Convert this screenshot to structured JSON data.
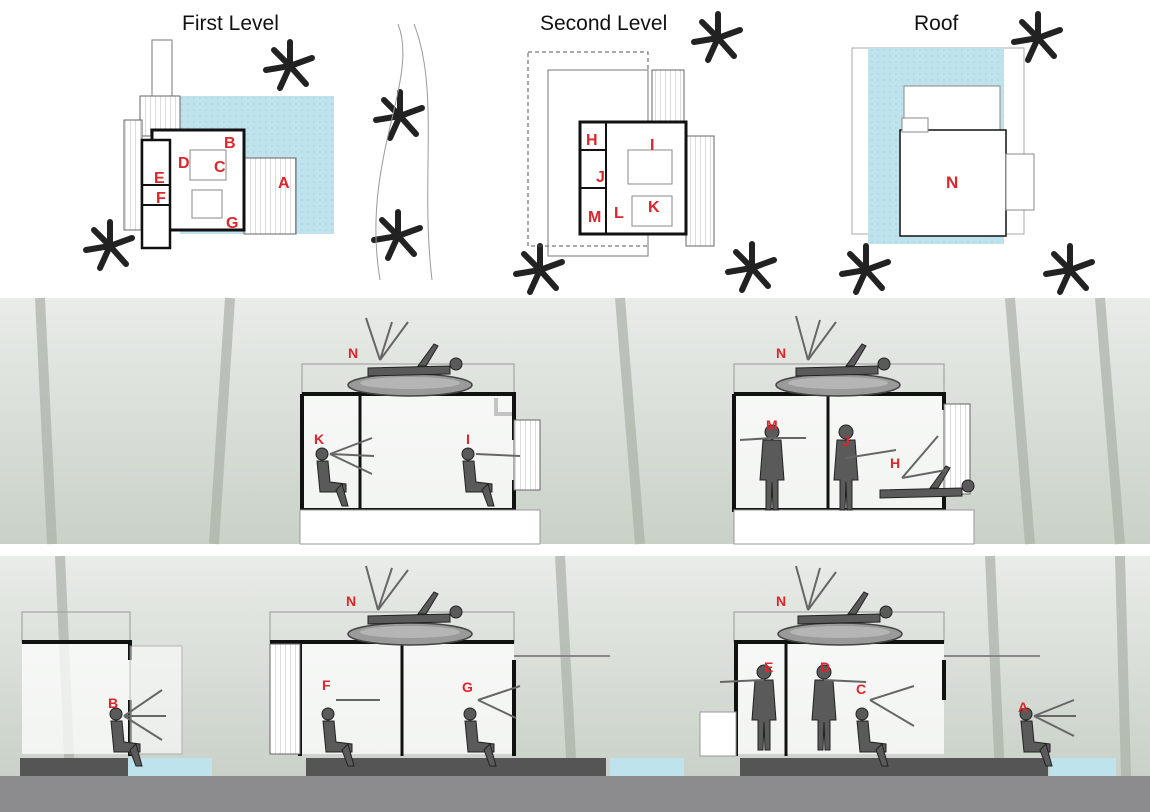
{
  "headings": {
    "first": "First Level",
    "second": "Second Level",
    "roof": "Roof"
  },
  "plan_labels": {
    "first": [
      "A",
      "B",
      "C",
      "D",
      "E",
      "F",
      "G"
    ],
    "second": [
      "H",
      "I",
      "J",
      "K",
      "L",
      "M"
    ],
    "roof": [
      "N"
    ]
  },
  "section_top_left": [
    "N",
    "K",
    "I"
  ],
  "section_top_right": [
    "N",
    "M",
    "J",
    "H"
  ],
  "section_bottom": [
    "B",
    "N",
    "F",
    "G",
    "N",
    "E",
    "D",
    "C",
    "A"
  ],
  "colors": {
    "label": "#e0242a",
    "pool": "#bfe3ec",
    "ground": "#8c8c8e",
    "wall": "#111111",
    "figure": "#5a5a5a"
  }
}
